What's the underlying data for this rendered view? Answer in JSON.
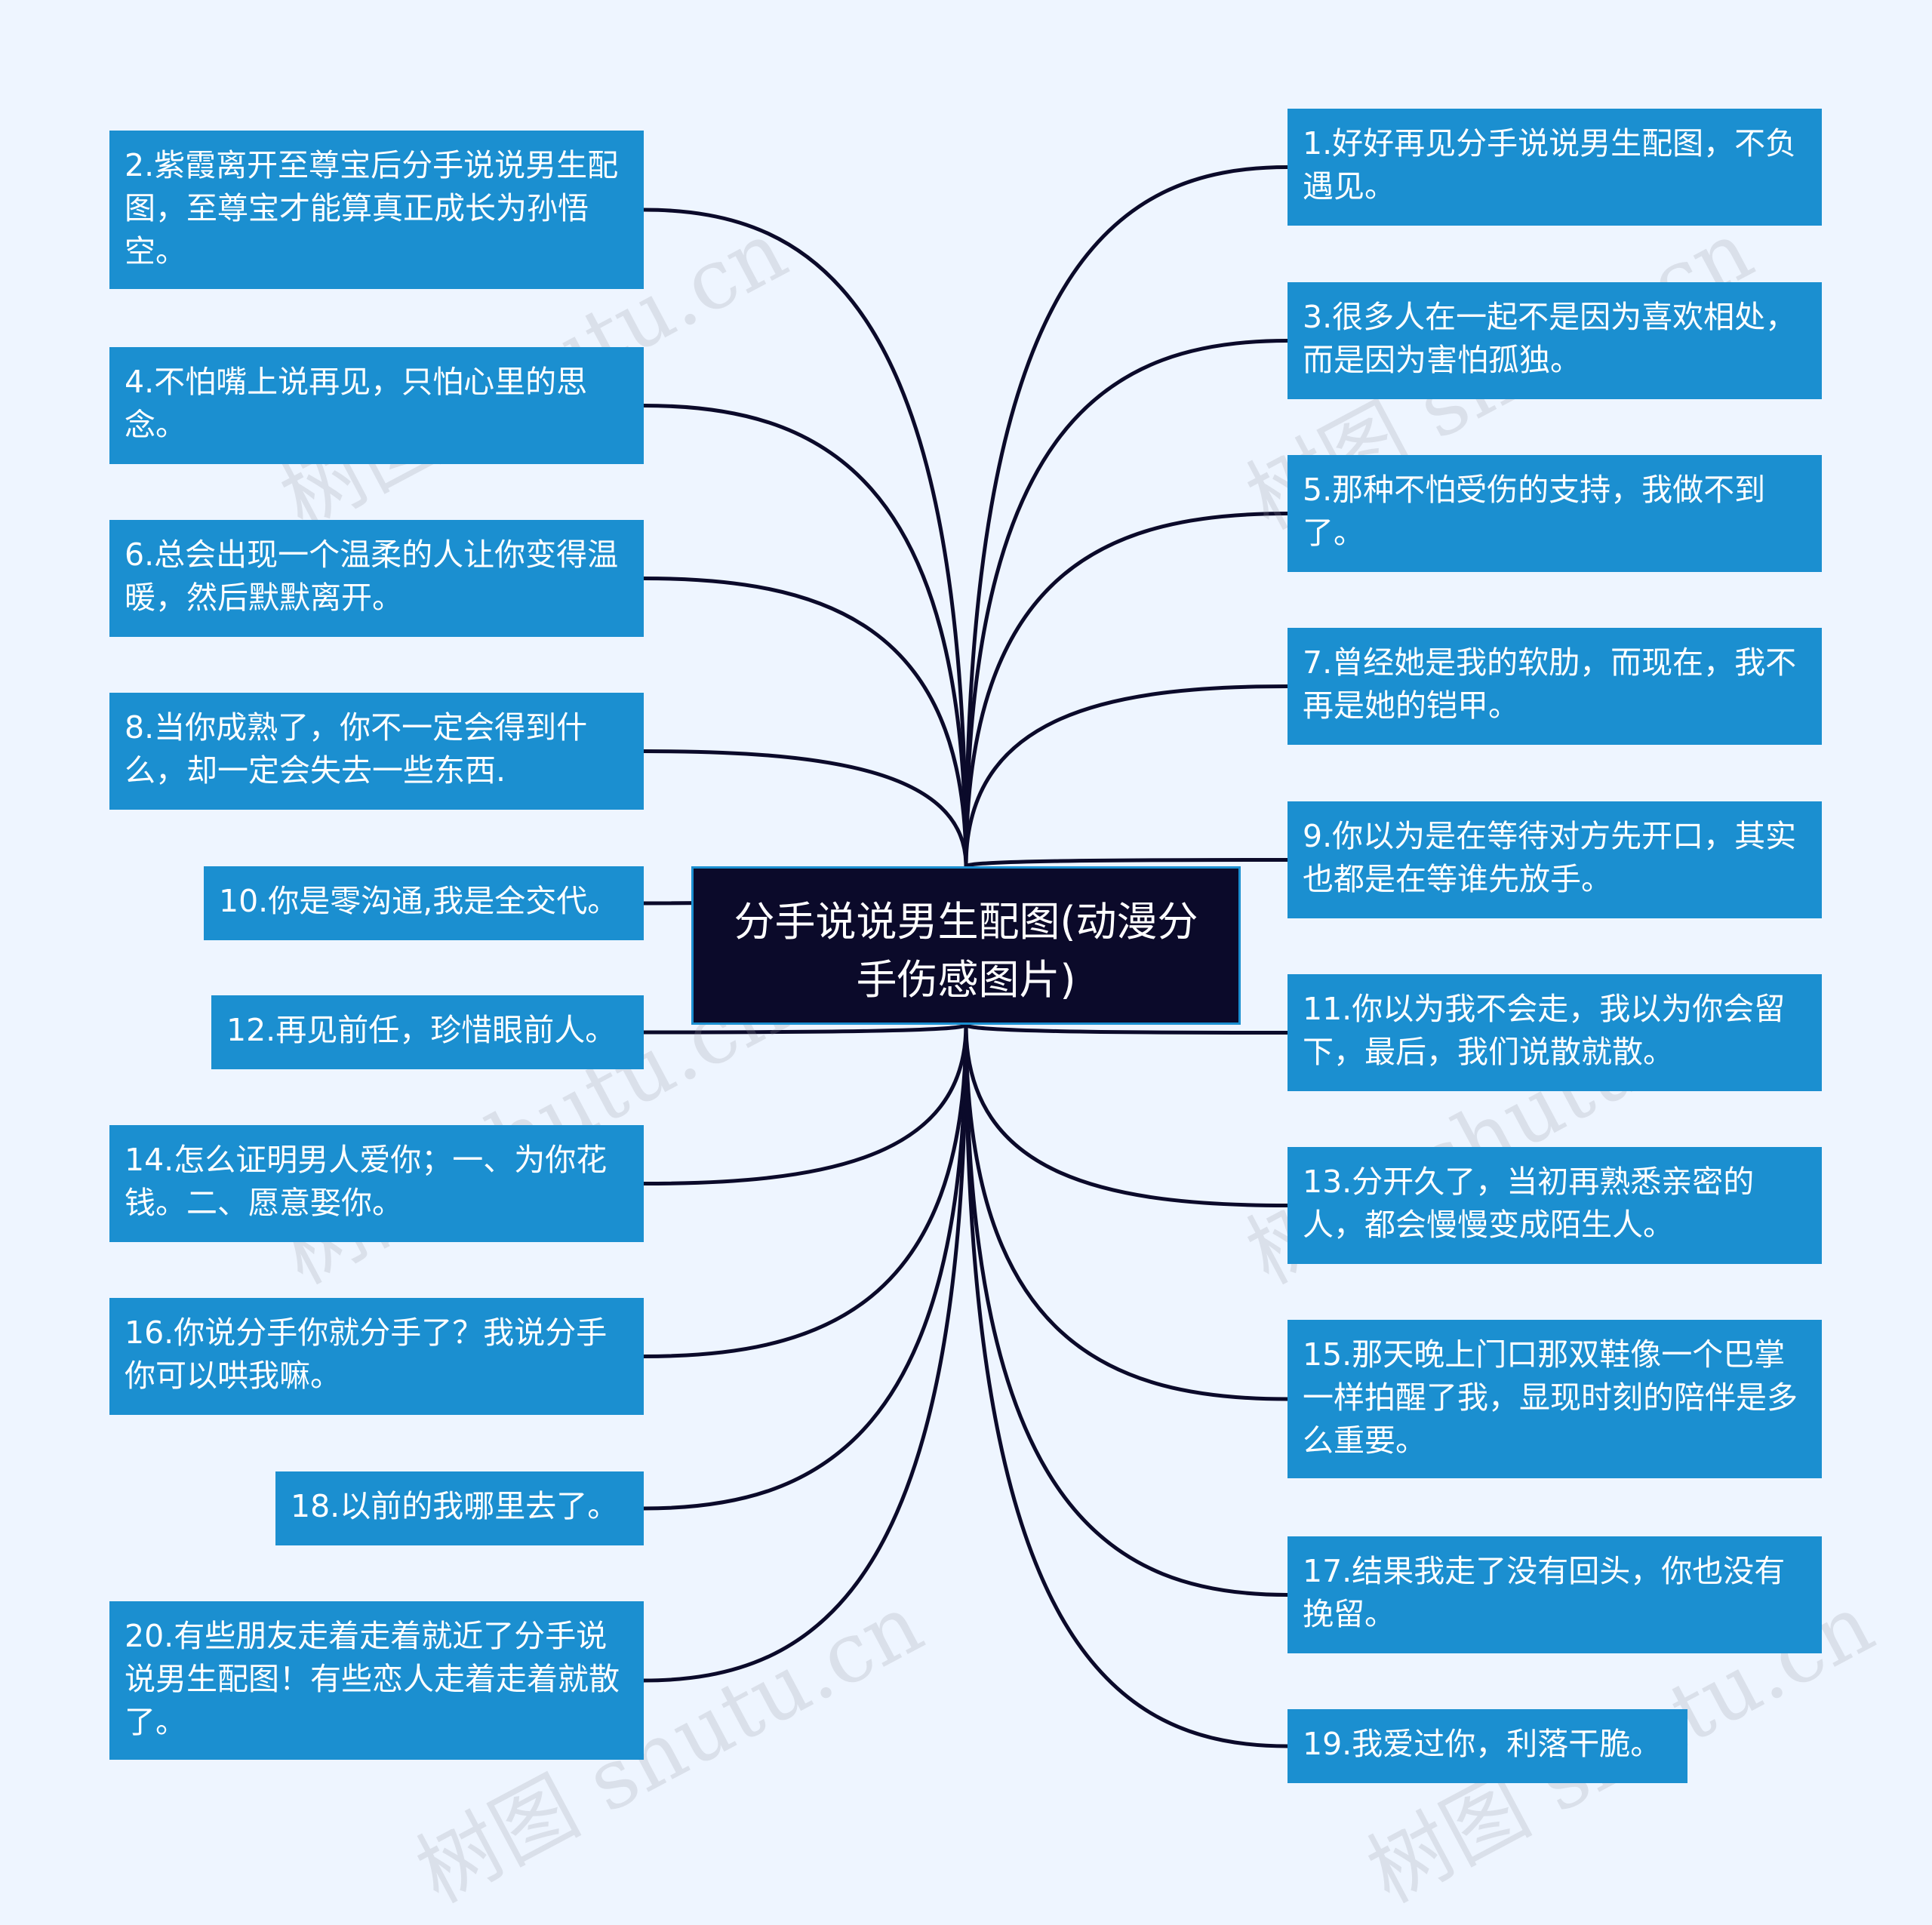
{
  "root": {
    "title": "分手说说男生配图(动漫分手伤感图片)"
  },
  "left_nodes": [
    {
      "text": "2.紫霞离开至尊宝后分手说说男生配图，至尊宝才能算真正成长为孙悟空。"
    },
    {
      "text": "4.不怕嘴上说再见，只怕心里的思念。"
    },
    {
      "text": "6.总会出现一个温柔的人让你变得温暖，然后默默离开。"
    },
    {
      "text": "8.当你成熟了，你不一定会得到什么，却一定会失去一些东西."
    },
    {
      "text": "10.你是零沟通,我是全交代。"
    },
    {
      "text": "12.再见前任，珍惜眼前人。"
    },
    {
      "text": "14.怎么证明男人爱你；一、为你花钱。二、愿意娶你。"
    },
    {
      "text": "16.你说分手你就分手了？我说分手你可以哄我嘛。"
    },
    {
      "text": "18.以前的我哪里去了。"
    },
    {
      "text": "20.有些朋友走着走着就近了分手说说男生配图！有些恋人走着走着就散了。"
    }
  ],
  "right_nodes": [
    {
      "text": "1.好好再见分手说说男生配图，不负遇见。"
    },
    {
      "text": "3.很多人在一起不是因为喜欢相处，而是因为害怕孤独。"
    },
    {
      "text": "5.那种不怕受伤的支持，我做不到了。"
    },
    {
      "text": "7.曾经她是我的软肋，而现在，我不再是她的铠甲。"
    },
    {
      "text": "9.你以为是在等待对方先开口，其实也都是在等谁先放手。"
    },
    {
      "text": "11.你以为我不会走，我以为你会留下，最后，我们说散就散。"
    },
    {
      "text": "13.分开久了，当初再熟悉亲密的人，都会慢慢变成陌生人。"
    },
    {
      "text": "15.那天晚上门口那双鞋像一个巴掌一样拍醒了我，显现时刻的陪伴是多么重要。"
    },
    {
      "text": "17.结果我走了没有回头，你也没有挽留。"
    },
    {
      "text": "19.我爱过你，利落干脆。"
    }
  ],
  "watermark": {
    "text": "树图 shutu.cn"
  },
  "colors": {
    "background": "#eef5ff",
    "node_fill": "#1b8fd0",
    "root_fill": "#0b0a2a",
    "connector": "#0b0a2a",
    "text": "#ffffff"
  }
}
